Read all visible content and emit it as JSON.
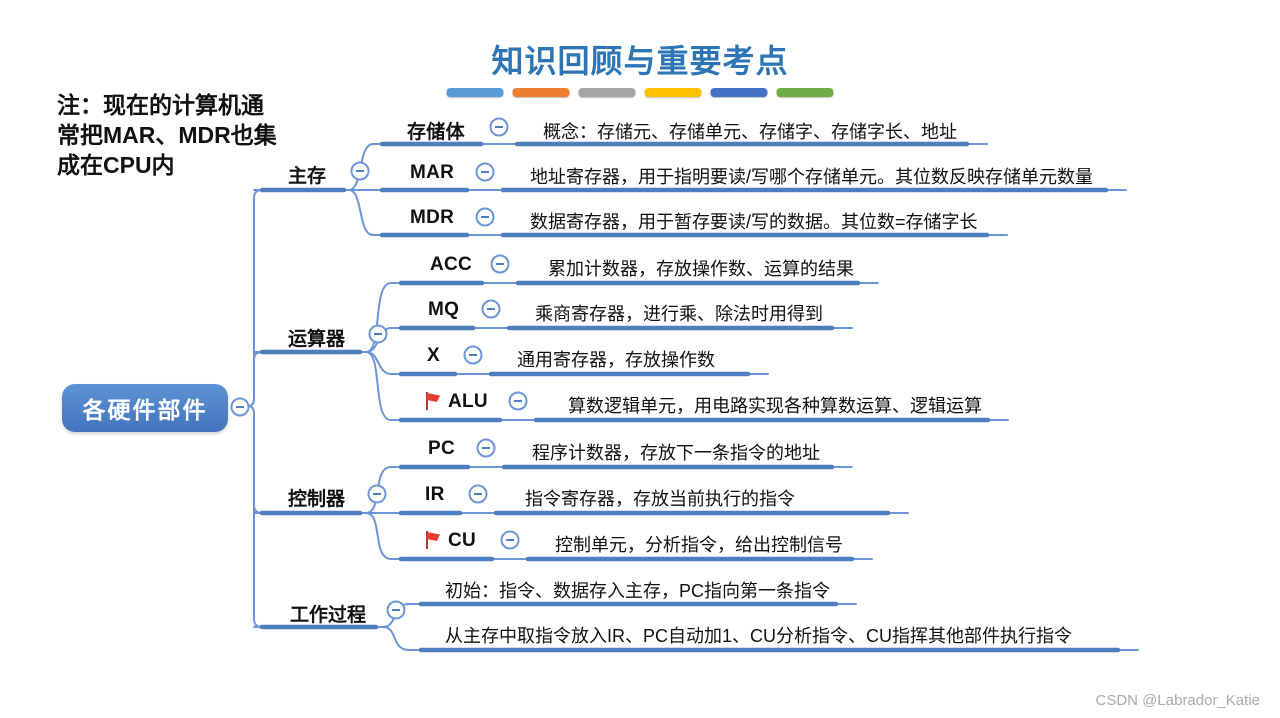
{
  "title": "知识回顾与重要考点",
  "title_bars": [
    "#5b9bd5",
    "#ed7d31",
    "#a5a5a5",
    "#ffc000",
    "#4472c4",
    "#70ad47"
  ],
  "note": {
    "full": "注：现在的计算机通常把MAR、MDR也集成在CPU内",
    "lines": [
      "注：现在的计算机通",
      "常把MAR、MDR也集",
      "成在CPU内"
    ]
  },
  "watermark": "CSDN @Labrador_Katie",
  "colors": {
    "title": "#2e75b6",
    "branch_line": "#4d7ec0",
    "connector": "#6d95d6",
    "root_bg": "#4a7dc2",
    "flag": "#e53e30"
  },
  "root": {
    "label": "各硬件部件"
  },
  "branches": [
    {
      "label": "主存",
      "children": [
        {
          "label": "存储体",
          "desc": "概念：存储元、存储单元、存储字、存储字长、地址"
        },
        {
          "label": "MAR",
          "desc": "地址寄存器，用于指明要读/写哪个存储单元。其位数反映存储单元数量"
        },
        {
          "label": "MDR",
          "desc": "数据寄存器，用于暂存要读/写的数据。其位数=存储字长"
        }
      ]
    },
    {
      "label": "运算器",
      "children": [
        {
          "label": "ACC",
          "desc": "累加计数器，存放操作数、运算的结果"
        },
        {
          "label": "MQ",
          "desc": "乘商寄存器，进行乘、除法时用得到"
        },
        {
          "label": "X",
          "desc": "通用寄存器，存放操作数"
        },
        {
          "label": "ALU",
          "flag": true,
          "desc": "算数逻辑单元，用电路实现各种算数运算、逻辑运算"
        }
      ]
    },
    {
      "label": "控制器",
      "children": [
        {
          "label": "PC",
          "desc": "程序计数器，存放下一条指令的地址"
        },
        {
          "label": "IR",
          "desc": "指令寄存器，存放当前执行的指令"
        },
        {
          "label": "CU",
          "flag": true,
          "desc": "控制单元，分析指令，给出控制信号"
        }
      ]
    },
    {
      "label": "工作过程",
      "children": [
        {
          "label": "初始：指令、数据存入主存，PC指向第一条指令"
        },
        {
          "label": "从主存中取指令放入IR、PC自动加1、CU分析指令、CU指挥其他部件执行指令"
        }
      ]
    }
  ]
}
